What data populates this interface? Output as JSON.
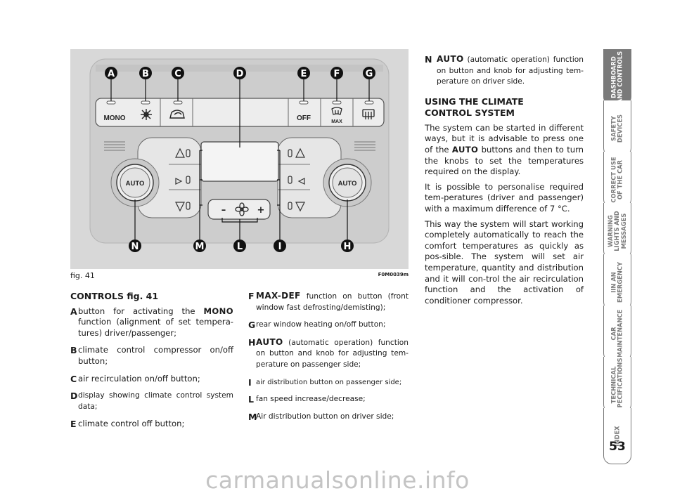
{
  "figure": {
    "number": "fig. 41",
    "code": "F0M0039m",
    "callouts_top": [
      "A",
      "B",
      "C",
      "D",
      "E",
      "F",
      "G"
    ],
    "callouts_bottom": [
      "N",
      "M",
      "L",
      "I",
      "H"
    ],
    "panel_labels": {
      "mono": "MONO",
      "off": "OFF",
      "max": "MAX",
      "auto_left": "AUTO",
      "auto_right": "AUTO",
      "minus": "–",
      "plus": "+"
    }
  },
  "controls": {
    "title": "CONTROLS fig. 41",
    "items": [
      {
        "letter": "A",
        "pre": "button for activating the ",
        "bold": "MONO",
        "post": " function (alignment of set tempera-tures) driver/passenger;"
      },
      {
        "letter": "B",
        "text": "climate control compressor on/off button;"
      },
      {
        "letter": "C",
        "text": "air recirculation on/off button;"
      },
      {
        "letter": "D",
        "text": "display showing climate control system data;"
      },
      {
        "letter": "E",
        "text": "climate control off button;"
      },
      {
        "letter": "F",
        "bold": "MAX-DEF",
        "post": " function on button (front window fast defrosting/demisting);"
      },
      {
        "letter": "G",
        "text": "rear window heating on/off button;"
      },
      {
        "letter": "H",
        "bold": "AUTO",
        "post": " (automatic operation) function on button and knob for adjusting tem-perature on passenger side;"
      },
      {
        "letter": "I",
        "text": "air distribution button on passenger side;"
      },
      {
        "letter": "L",
        "text": "fan speed increase/decrease;"
      },
      {
        "letter": "M",
        "text": "Air distribution button on driver side;"
      },
      {
        "letter": "N",
        "bold": "AUTO",
        "post": " (automatic operation) function on button and knob for adjusting tem-perature on driver side."
      }
    ]
  },
  "using": {
    "title": "USING THE CLIMATE CONTROL SYSTEM",
    "p1_pre": "The system can be started in different ways, but it is advisable to press one of the ",
    "p1_bold": "AUTO",
    "p1_post": " buttons and then to turn the knobs to set the temperatures required on the display.",
    "p2": "It is possible to personalise required tem-peratures (driver and passenger) with a maximum difference of 7 °C.",
    "p3": "This way the system will start working completely automatically to reach the comfort temperatures as quickly as pos-sible. The system will set air temperature, quantity and distribution and it will con-trol the air recirculation function and the activation of conditioner compressor."
  },
  "sidebar": {
    "tabs": [
      {
        "lines": [
          "DASHBOARD",
          "AND CONTROLS"
        ],
        "active": true
      },
      {
        "lines": [
          "SAFETY",
          "DEVICES"
        ],
        "active": false
      },
      {
        "lines": [
          "CORRECT USE",
          "OF THE CAR"
        ],
        "active": false
      },
      {
        "lines": [
          "WARNING",
          "LIGHTS AND",
          "MESSAGES"
        ],
        "active": false
      },
      {
        "lines": [
          "IIN AN",
          "EMERGENCY"
        ],
        "active": false
      },
      {
        "lines": [
          "CAR",
          "MAINTENANCE"
        ],
        "active": false
      },
      {
        "lines": [
          "TECHNICAL",
          "SPECIFICATIONS"
        ],
        "active": false
      },
      {
        "lines": [
          "INDEX"
        ],
        "active": false
      }
    ]
  },
  "page_number": "53",
  "watermark": "carmanualsonline.info"
}
